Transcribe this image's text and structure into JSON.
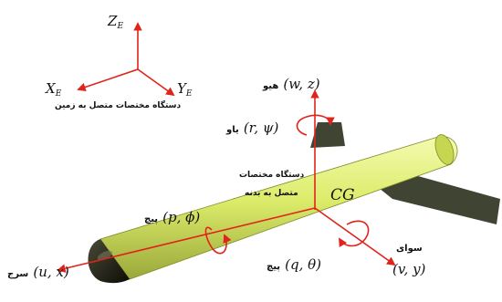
{
  "earth_frame": {
    "z_label": "Z",
    "x_label": "X",
    "y_label": "Y",
    "subscript": "E",
    "caption": "دستگاه مختصات متصل به زمین"
  },
  "body_frame": {
    "caption_line1": "دستگاه مختصات",
    "caption_line2": "متصل به بدنه",
    "cg_label": "CG"
  },
  "axes": {
    "heave": {
      "name": "هیو",
      "symbol": "(w, z)"
    },
    "yaw": {
      "name": "یاو",
      "symbol": "(r, ψ)"
    },
    "roll": {
      "name": "پیچ",
      "symbol": "(p, ϕ)"
    },
    "pitch": {
      "name": "پیچ",
      "symbol": "(q, θ)"
    },
    "surge": {
      "name": "سرج",
      "symbol": "(u, x)"
    },
    "sway": {
      "name": "سوای",
      "symbol": "(v, y)"
    }
  },
  "colors": {
    "arrow": "#e0241b",
    "body": "#dcec6a",
    "nose": "#1a1a0e",
    "fin": "#3f4433"
  }
}
